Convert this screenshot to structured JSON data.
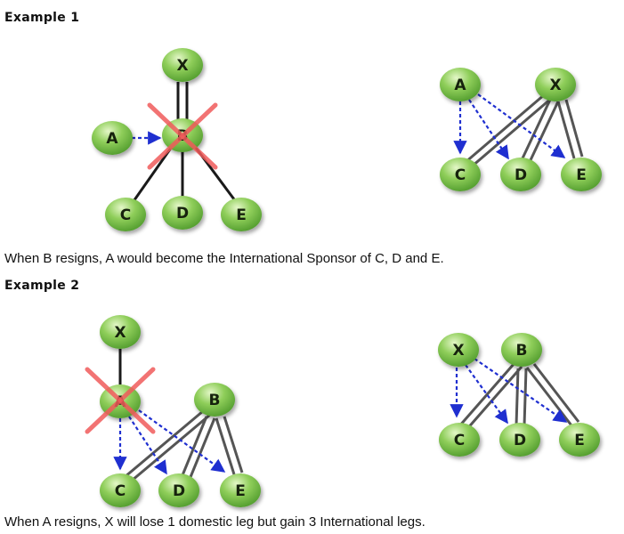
{
  "example1": {
    "heading": "Example 1",
    "caption": "When B resigns, A would become the International Sponsor of C, D and E.",
    "before": {
      "nodes": {
        "x": "X",
        "a": "A",
        "b": "B",
        "c": "C",
        "d": "D",
        "e": "E"
      }
    },
    "after": {
      "nodes": {
        "a": "A",
        "x": "X",
        "c": "C",
        "d": "D",
        "e": "E"
      }
    }
  },
  "example2": {
    "heading": "Example 2",
    "caption": "When A resigns, X will lose 1 domestic leg but gain 3 International legs.",
    "before": {
      "nodes": {
        "x": "X",
        "a": "A",
        "b": "B",
        "c": "C",
        "d": "D",
        "e": "E"
      }
    },
    "after": {
      "nodes": {
        "x": "X",
        "b": "B",
        "c": "C",
        "d": "D",
        "e": "E"
      }
    }
  },
  "colors": {
    "node_fill": "#8fce5a",
    "node_dark": "#4f9a2c",
    "sponsor_line": "#1a1a1a",
    "international_arrow": "#1f2fd0",
    "resign_cross": "#f05a5a"
  },
  "icons": {
    "resign_marker": "cross-icon"
  }
}
